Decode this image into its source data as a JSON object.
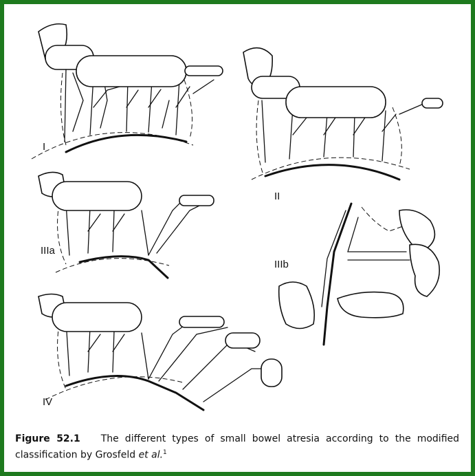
{
  "figure": {
    "panels": [
      {
        "id": "I",
        "label": "I"
      },
      {
        "id": "II",
        "label": "II"
      },
      {
        "id": "IIIa",
        "label": "IIIa"
      },
      {
        "id": "IIIb",
        "label": "IIIb"
      },
      {
        "id": "IV",
        "label": "IV"
      }
    ],
    "caption": {
      "label": "Figure 52.1",
      "text": "The different types of small bowel atresia according to the modified classification by Grosfeld",
      "etal": "et al.",
      "ref": "1"
    },
    "colors": {
      "border": "#1e7a1e",
      "ink": "#111111",
      "background": "#ffffff"
    }
  }
}
